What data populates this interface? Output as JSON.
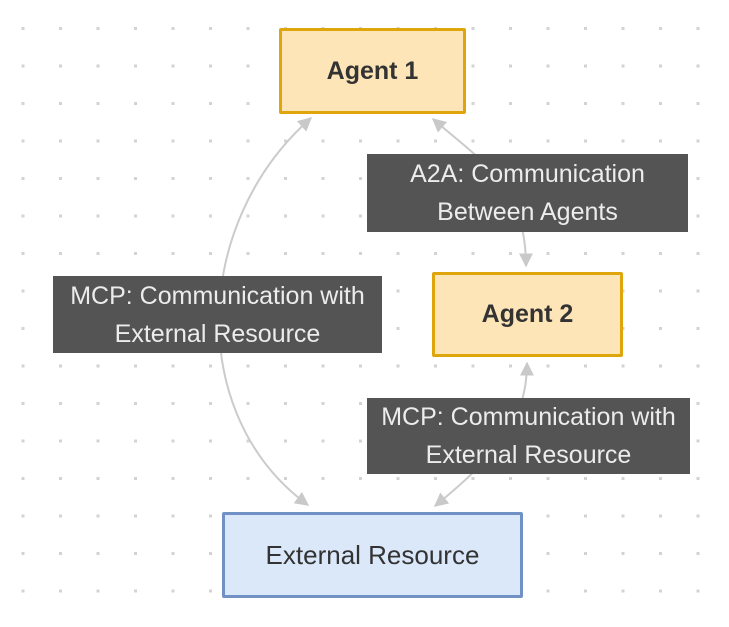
{
  "diagram": {
    "nodes": [
      {
        "id": "agent1",
        "label": "Agent 1",
        "type": "agent",
        "fill": "#fee5b8",
        "border": "#dfa60b"
      },
      {
        "id": "agent2",
        "label": "Agent 2",
        "type": "agent",
        "fill": "#fee5b8",
        "border": "#dfa60b"
      },
      {
        "id": "external",
        "label": "External Resource",
        "type": "resource",
        "fill": "#dbe8fa",
        "border": "#7191c4"
      }
    ],
    "edge_labels": [
      {
        "id": "a2a",
        "lines": [
          "A2A: Communication",
          "Between Agents"
        ]
      },
      {
        "id": "mcp-left",
        "lines": [
          "MCP: Communication with",
          "External Resource"
        ]
      },
      {
        "id": "mcp-right",
        "lines": [
          "MCP: Communication with",
          "External Resource"
        ]
      }
    ],
    "edges": [
      {
        "from": "agent1",
        "to": "external",
        "label": "MCP: Communication with External Resource",
        "bidirectional": true
      },
      {
        "from": "agent1",
        "to": "agent2",
        "label": "A2A: Communication Between Agents",
        "bidirectional": true
      },
      {
        "from": "agent2",
        "to": "external",
        "label": "MCP: Communication with External Resource",
        "bidirectional": true
      }
    ],
    "colors": {
      "canvas_background": "#ffffff",
      "grid_dot": "#d3d3d3",
      "edge_stroke": "#cbcbcb",
      "arrowhead": "#c9c9c9",
      "agent_fill": "#fee5b8",
      "agent_border": "#dfa60b",
      "resource_fill": "#dbe8fa",
      "resource_border": "#7191c4",
      "edge_label_background": "#545454",
      "edge_label_text": "#ececec",
      "node_text": "#333333"
    }
  }
}
